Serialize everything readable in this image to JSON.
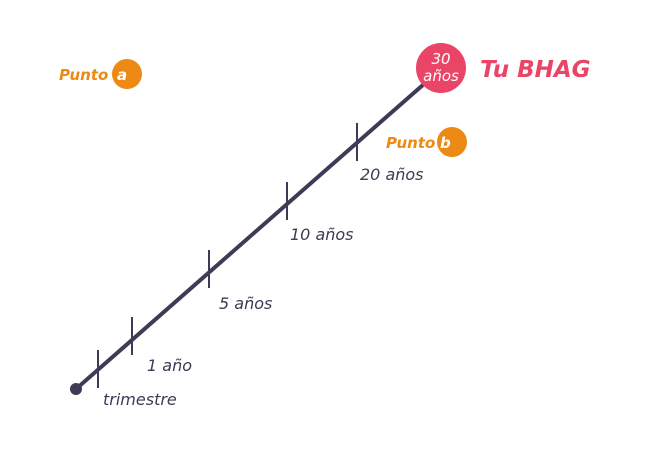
{
  "colors": {
    "line": "#3d3b55",
    "goal": "#ea4467",
    "point": "#ec8a14",
    "text": "#3d3b55"
  },
  "timeline": {
    "ticks": [
      {
        "label": "trimestre"
      },
      {
        "label": "1 año"
      },
      {
        "label": "5 años"
      },
      {
        "label": "10 años"
      },
      {
        "label": "20 años"
      }
    ],
    "goal": {
      "number": "30",
      "unit": "años",
      "title": "Tu BHAG"
    }
  },
  "points": [
    {
      "label": "Punto",
      "letter": "a"
    },
    {
      "label": "Punto",
      "letter": "b"
    }
  ]
}
